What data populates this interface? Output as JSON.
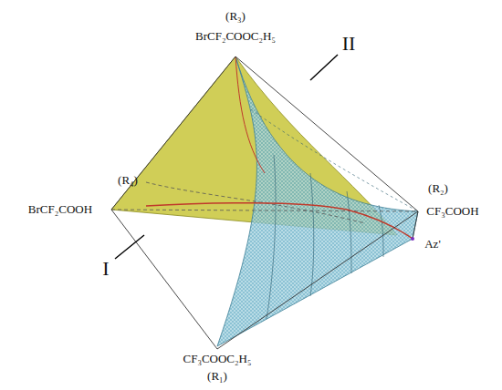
{
  "diagram": {
    "labels": [
      "(R₃)",
      "BrCF₂COOC₂H₅",
      "(R₂)",
      "CF₃COOH",
      "(R₄)",
      "BrCF₂COOH",
      "CF₃COOC₂H₅",
      "(R₁)",
      "Az'",
      "I",
      "II"
    ]
  }
}
